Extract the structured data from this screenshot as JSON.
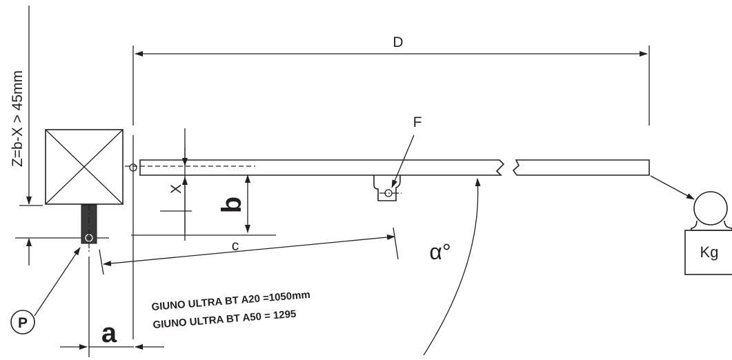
{
  "labels": {
    "dimension_d": "D",
    "dimension_c": "c",
    "dimension_b": "b",
    "dimension_x": "X",
    "dimension_a": "a",
    "fixing_point_f": "F",
    "pivot_p": "P",
    "angle": "α°",
    "weight": "Kg",
    "z_formula": "Z=b-X > 45mm"
  },
  "notes": [
    "GIUNO ULTRA  BT A20 =1050mm",
    "GIUNO ULTRA BT A50 =  1295"
  ],
  "colors": {
    "line": "#231f20",
    "arm": "#3a3a3a",
    "background": "#ffffff"
  }
}
